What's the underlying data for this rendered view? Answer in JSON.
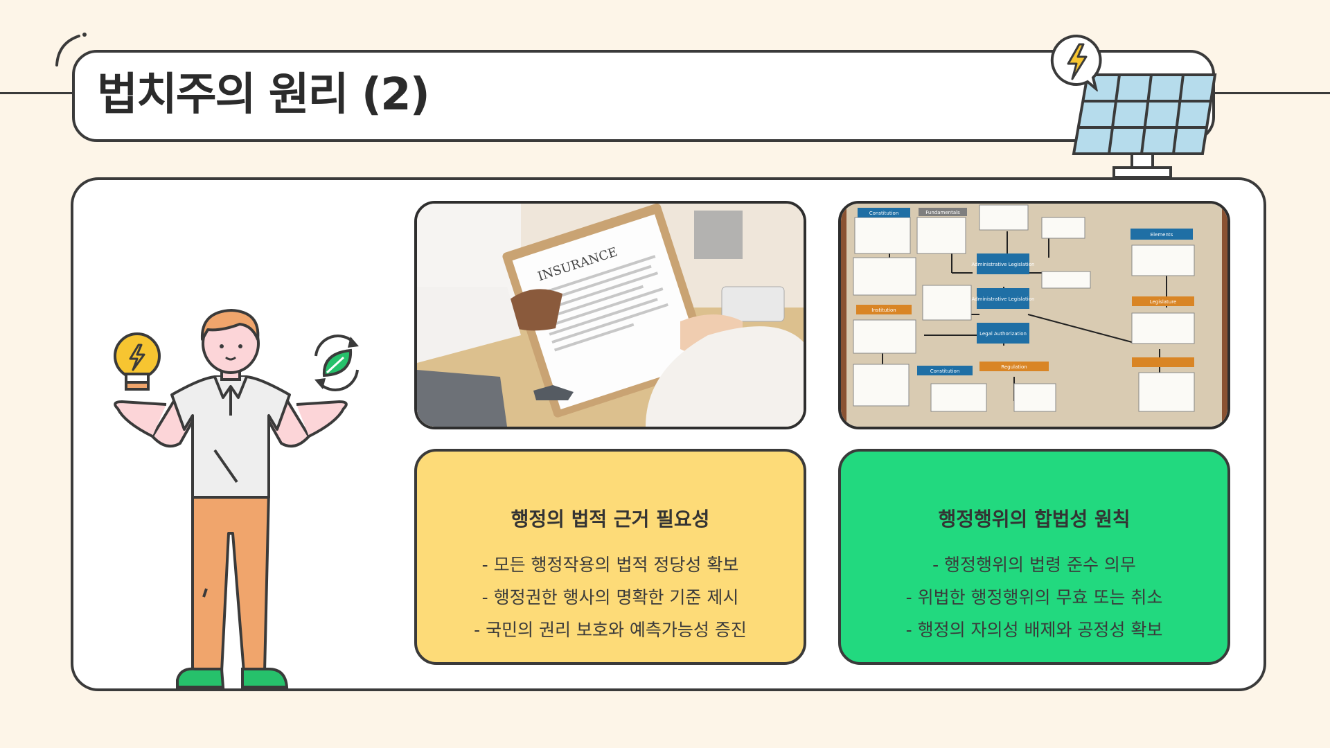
{
  "title": "법치주의 원리 (2)",
  "photos": {
    "left": {
      "clipboard_text": "INSURANCE"
    },
    "right": {
      "chart_labels": [
        "Constitution",
        "Fundamentals",
        "Elements",
        "Administrative Legislation",
        "Administrative Legislation",
        "Legal Authorization",
        "Institution",
        "Constitution",
        "Legislature",
        "Regulation"
      ]
    }
  },
  "cards": [
    {
      "heading": "행정의 법적 근거 필요성",
      "items": [
        "- 모든 행정작용의 법적 정당성 확보",
        "- 행정권한 행사의 명확한 기준 제시",
        "- 국민의 권리 보호와 예측가능성 증진"
      ],
      "color": "#fddb78"
    },
    {
      "heading": "행정행위의 합법성 원칙",
      "items": [
        "- 행정행위의 법령 준수 의무",
        "- 위법한 행정행위의 무효 또는 취소",
        "- 행정의 자의성 배제와 공정성 확보"
      ],
      "color": "#22d97f"
    }
  ],
  "icons": [
    "lightning-icon",
    "solar-panel-icon",
    "lightbulb-icon",
    "leaf-recycle-icon"
  ]
}
